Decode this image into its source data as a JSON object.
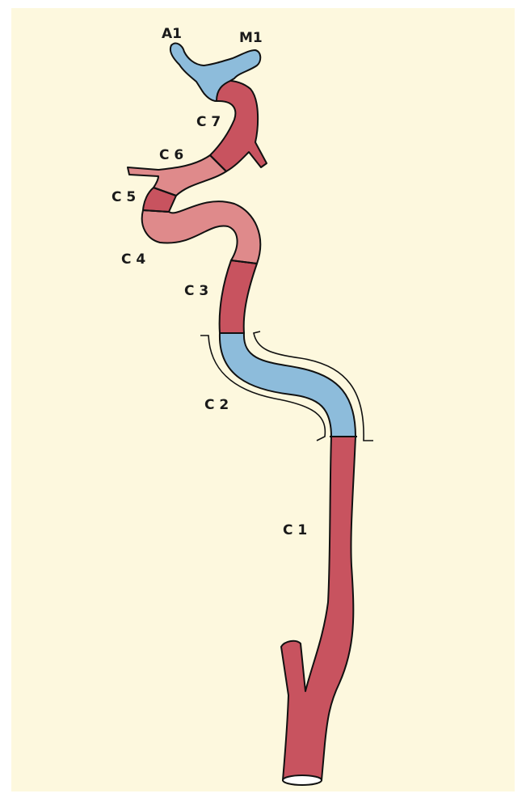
{
  "diagram": {
    "background_color": "#fdf8de",
    "segment_colors": {
      "dark_red": "#c8535f",
      "light_red": "#df8a8b",
      "blue": "#8dbcdb"
    },
    "labels": {
      "a1": "A1",
      "m1": "M1",
      "c7": "C 7",
      "c6": "C 6",
      "c5": "C 5",
      "c4": "C 4",
      "c3": "C 3",
      "c2": "C 2",
      "c1": "C 1"
    }
  }
}
